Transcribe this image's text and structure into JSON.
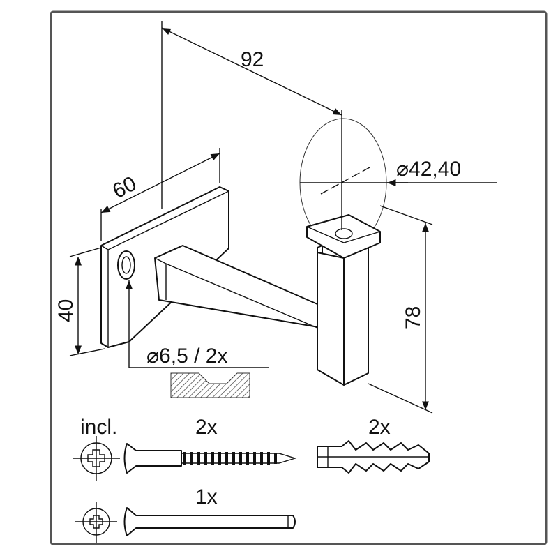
{
  "drawing": {
    "dimensions": {
      "projection": "92",
      "plate_width": "60",
      "plate_height": "40",
      "bracket_height": "78",
      "rail_diameter": "⌀42,40",
      "hole": "⌀6,5 / 2x"
    },
    "accessories": {
      "included_label": "incl.",
      "wood_screw_qty": "2x",
      "wall_plug_qty": "2x",
      "machine_screw_qty": "1x"
    }
  }
}
